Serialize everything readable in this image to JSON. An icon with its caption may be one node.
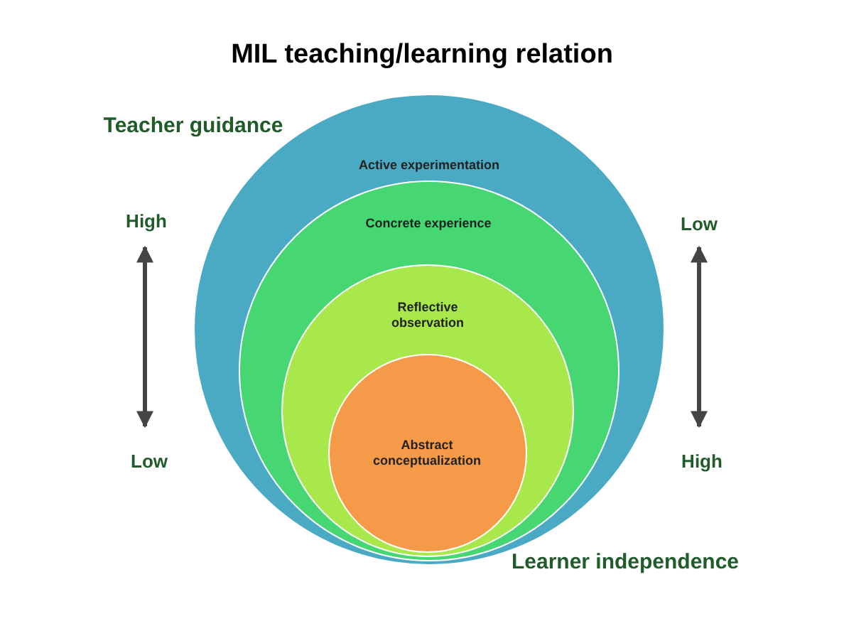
{
  "diagram": {
    "title": "MIL teaching/learning relation",
    "nodes": [
      {
        "text": [
          "Active experimentation"
        ]
      },
      {
        "text": [
          "Concrete experience"
        ],
        "in": 0
      },
      {
        "text": [
          "Reflective observation"
        ],
        "in": 1
      },
      {
        "text": [
          "Abstract conceptualization"
        ],
        "in": 2
      }
    ],
    "edges": [],
    "labels": [
      "Teacher guidance",
      "High",
      "Low",
      "Low",
      "High",
      "Learner independence"
    ]
  }
}
